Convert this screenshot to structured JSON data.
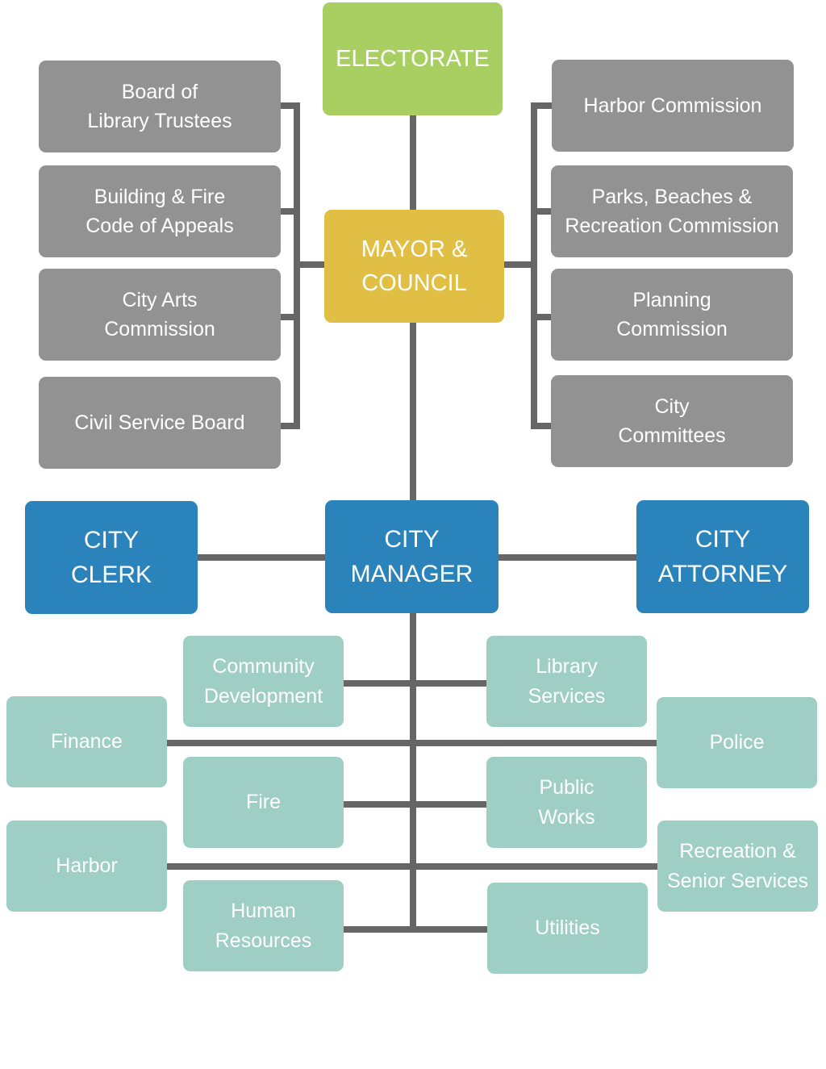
{
  "colors": {
    "electorate": "#a9cf63",
    "council": "#e1bf45",
    "boards": "#929292",
    "officers": "#2a84bb",
    "departments": "#9ecec4",
    "connector": "#666666"
  },
  "top": {
    "electorate": "ELECTORATE",
    "council": "MAYOR &\nCOUNCIL"
  },
  "left_boards": [
    "Board of\nLibrary Trustees",
    "Building & Fire\nCode of Appeals",
    "City Arts\nCommission",
    "Civil Service Board"
  ],
  "right_boards": [
    "Harbor Commission",
    "Parks, Beaches &\nRecreation Commission",
    "Planning\nCommission",
    "City\nCommittees"
  ],
  "officers": {
    "clerk": "CITY\nCLERK",
    "manager": "CITY\nMANAGER",
    "attorney": "CITY\nATTORNEY"
  },
  "departments": {
    "community_development": "Community\nDevelopment",
    "library_services": "Library\nServices",
    "finance": "Finance",
    "police": "Police",
    "fire": "Fire",
    "public_works": "Public\nWorks",
    "harbor": "Harbor",
    "recreation": "Recreation &\nSenior Services",
    "human_resources": "Human\nResources",
    "utilities": "Utilities"
  }
}
